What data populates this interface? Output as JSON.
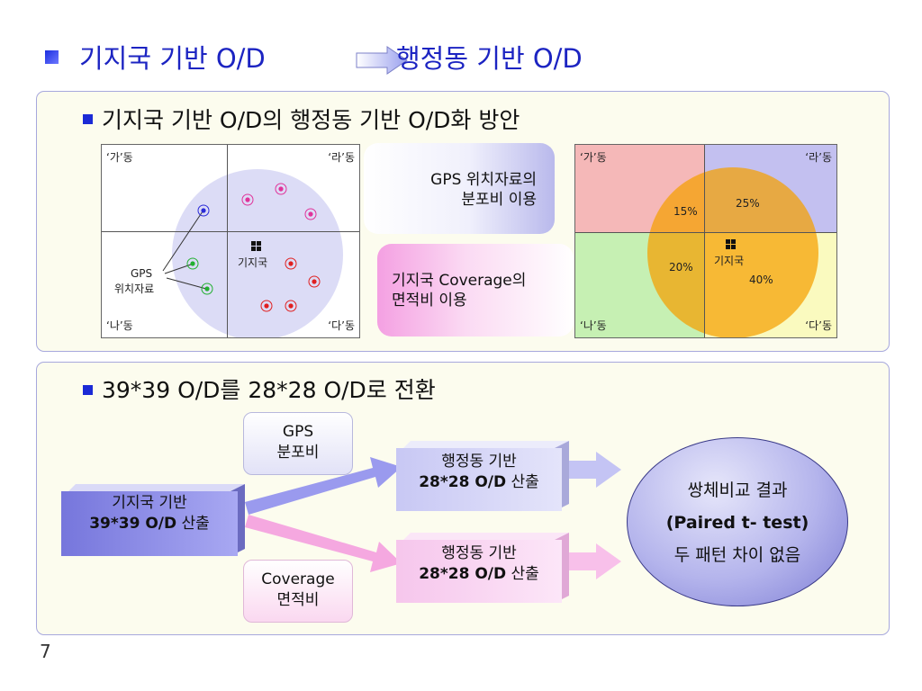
{
  "header": {
    "title_left": "기지국 기반 O/D",
    "title_right": "행정동 기반 O/D"
  },
  "section1": {
    "title": "기지국 기반 O/D의 행정동 기반 O/D화 방안",
    "left_map": {
      "corner_ga": "‘가’동",
      "corner_ra": "‘라’동",
      "corner_na": "‘나’동",
      "corner_da": "‘다’동",
      "station_label": "기지국",
      "gps_label_line1": "GPS",
      "gps_label_line2": "위치자료"
    },
    "callout_gps": {
      "line1": "GPS 위치자료의",
      "line2": "분포비 이용"
    },
    "callout_coverage": {
      "line1": "기지국 Coverage의",
      "line2": "면적비 이용"
    },
    "right_map": {
      "corner_ga": "‘가’동",
      "corner_ra": "‘라’동",
      "corner_na": "‘나’동",
      "corner_da": "‘다’동",
      "station_label": "기지국",
      "pct_ga": "15%",
      "pct_ra": "25%",
      "pct_na": "20%",
      "pct_da": "40%"
    }
  },
  "section2": {
    "title": "39*39 O/D를 28*28 O/D로 전환",
    "source_box": {
      "line1": "기지국 기반",
      "line2_bold": "39*39 O/D",
      "line2_rest": " 산출"
    },
    "gps_note": {
      "line1": "GPS",
      "line2": "분포비"
    },
    "coverage_note": {
      "line1": "Coverage",
      "line2": "면적비"
    },
    "result_top": {
      "line1": "행정동 기반",
      "line2_bold": "28*28 O/D",
      "line2_rest": " 산출"
    },
    "result_bottom": {
      "line1": "행정동 기반",
      "line2_bold": "28*28 O/D",
      "line2_rest": " 산출"
    },
    "conclusion": {
      "line1": "쌍체비교 결과",
      "line2": "(Paired t- test)",
      "line3": "두 패턴 차이 없음"
    }
  },
  "colors": {
    "title_blue": "#1c24c2",
    "panel_border": "#a7a8dd",
    "panel_bg": "#fcfcee",
    "zone_ga": "#f5b8b8",
    "zone_ra": "#c3c0f0",
    "zone_na": "#c6f0b3",
    "zone_da": "#fafabf",
    "coverage_orange": "#f5a000",
    "flow_purple": "#9a9aee",
    "flow_pink": "#f5a8e0"
  },
  "footer": {
    "page_number": "7"
  }
}
